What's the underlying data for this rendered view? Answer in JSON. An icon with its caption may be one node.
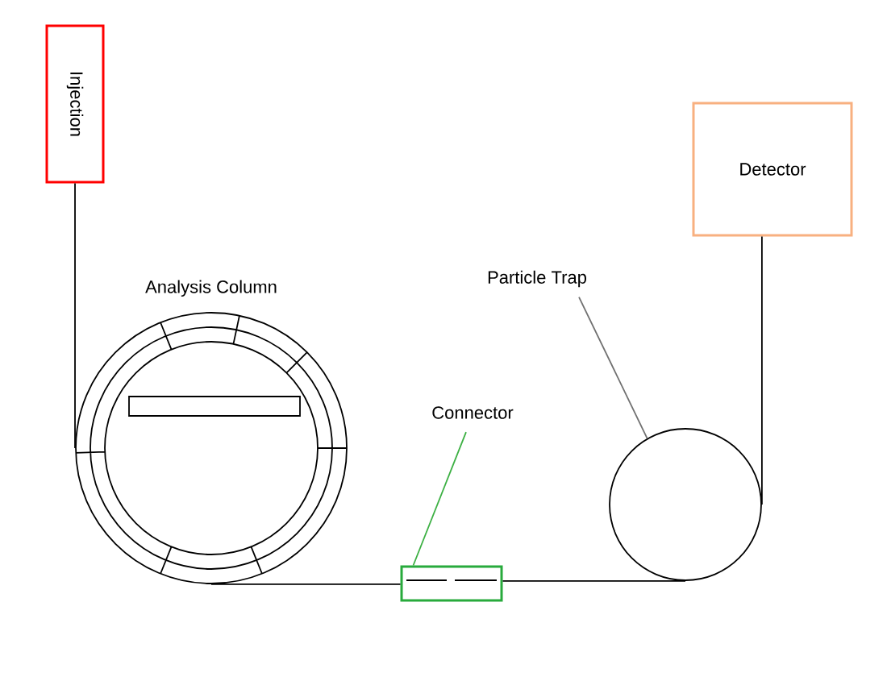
{
  "diagram": {
    "nodes": [
      {
        "text": [
          "Injection"
        ]
      },
      {
        "text": [
          "Analysis Column"
        ]
      },
      {
        "text": [
          "Connector"
        ]
      },
      {
        "text": [],
        "shape": "box"
      },
      {
        "text": [
          "Particle Trap"
        ]
      },
      {
        "text": [],
        "shape": "circle"
      },
      {
        "text": [
          "Detector"
        ]
      }
    ],
    "edges": [
      {
        "from": 0,
        "to": 1,
        "arrow": "none"
      },
      {
        "from": 1,
        "to": 3,
        "arrow": "none"
      },
      {
        "from": 3,
        "to": 5,
        "arrow": "none"
      },
      {
        "from": 5,
        "to": 6,
        "arrow": "none"
      },
      {
        "from": 2,
        "to": 3,
        "arrow": "none",
        "color": "#3cb043"
      },
      {
        "from": 4,
        "to": 5,
        "arrow": "none",
        "color": "#707070"
      }
    ]
  }
}
